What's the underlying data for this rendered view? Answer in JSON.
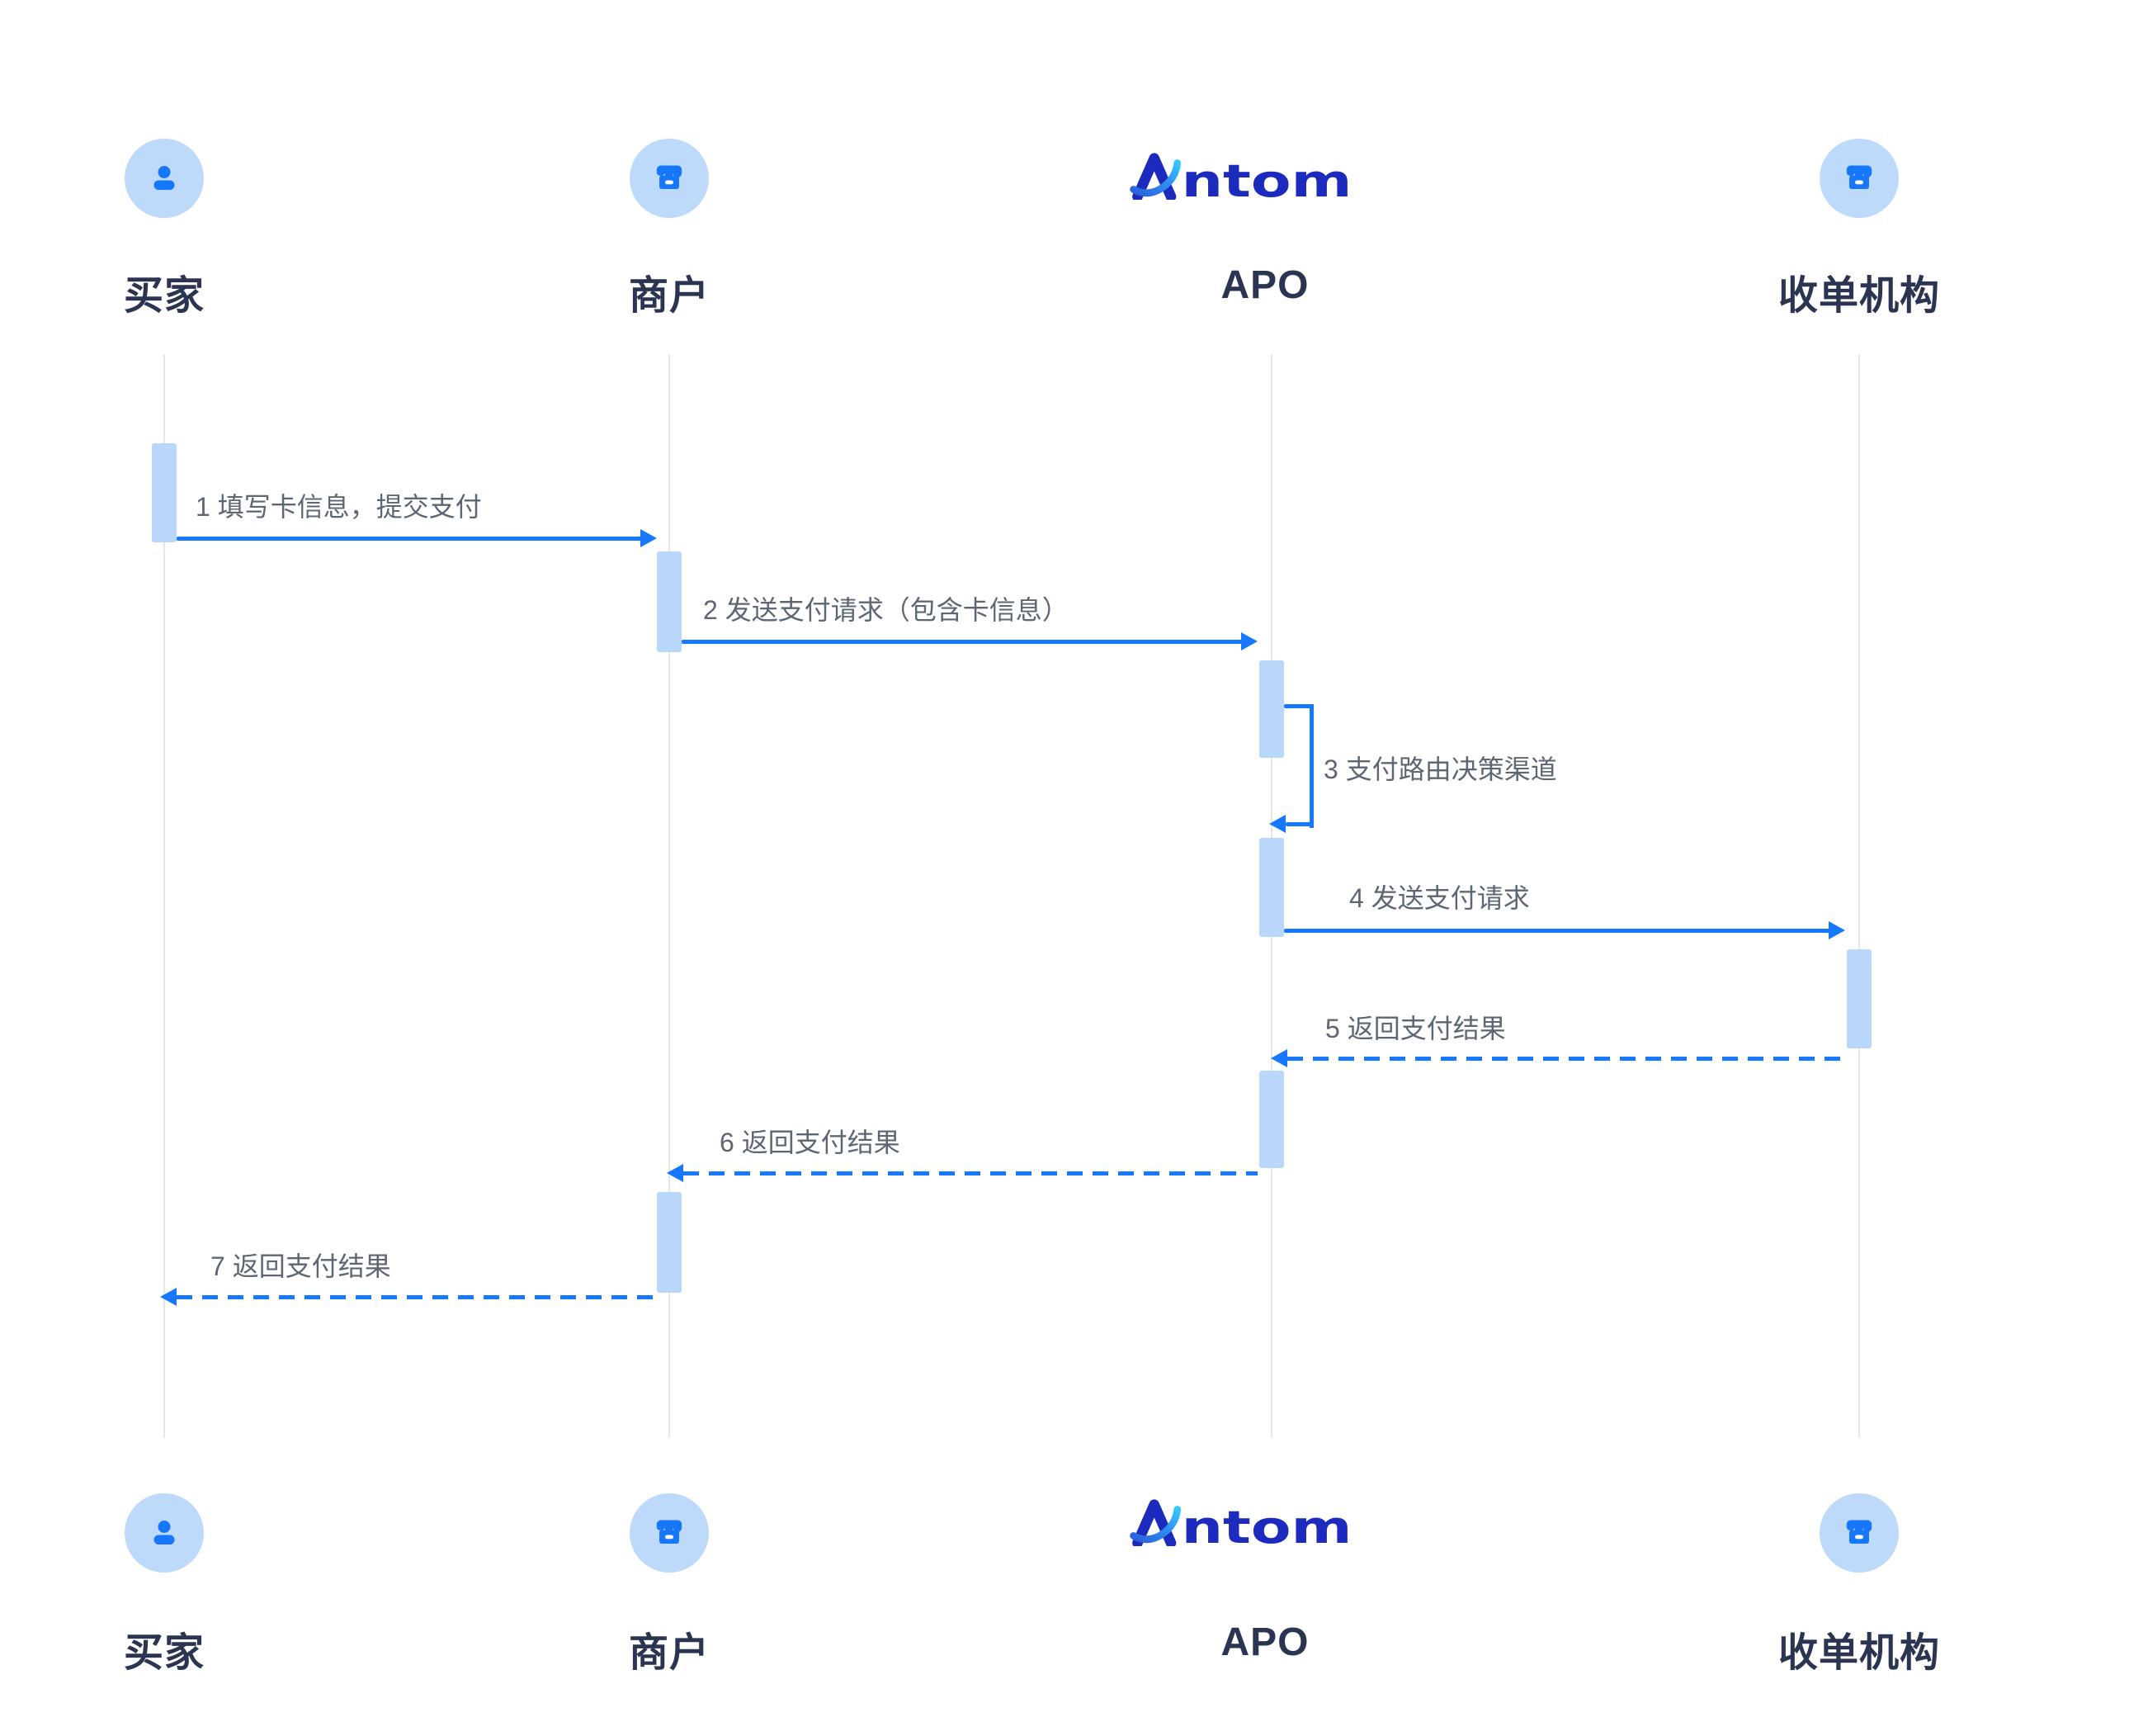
{
  "brand": {
    "logo_text": "Antom",
    "logo_tail": "ntom"
  },
  "participants": [
    {
      "id": "buyer",
      "name": "买家",
      "icon": "user-icon"
    },
    {
      "id": "merchant",
      "name": "商户",
      "icon": "storefront-icon"
    },
    {
      "id": "apo",
      "name": "APO",
      "icon": "antom-logo"
    },
    {
      "id": "acquirer",
      "name": "收单机构",
      "icon": "storefront-icon"
    }
  ],
  "messages": [
    {
      "seq": 1,
      "label": "1 填写卡信息，提交支付",
      "from": "buyer",
      "to": "merchant",
      "line_style": "solid"
    },
    {
      "seq": 2,
      "label": "2 发送支付请求（包含卡信息）",
      "from": "merchant",
      "to": "apo",
      "line_style": "solid"
    },
    {
      "seq": 3,
      "label": "3 支付路由决策渠道",
      "from": "apo",
      "to": "apo",
      "line_style": "self-loop"
    },
    {
      "seq": 4,
      "label": "4 发送支付请求",
      "from": "apo",
      "to": "acquirer",
      "line_style": "solid"
    },
    {
      "seq": 5,
      "label": "5 返回支付结果",
      "from": "acquirer",
      "to": "apo",
      "line_style": "dashed"
    },
    {
      "seq": 6,
      "label": "6 返回支付结果",
      "from": "apo",
      "to": "merchant",
      "line_style": "dashed"
    },
    {
      "seq": 7,
      "label": "7 返回支付结果",
      "from": "merchant",
      "to": "buyer",
      "line_style": "dashed"
    }
  ],
  "colors": {
    "arrow": "#1677ff",
    "activation_bar": "#b9d7fa",
    "icon_circle_bg": "#bedafb",
    "icon_glyph": "#1677fa",
    "lifeline": "#e4e6ea",
    "participant_label": "#2b3450",
    "message_text": "#5d6673",
    "logo_navy": "#1c2abe"
  }
}
